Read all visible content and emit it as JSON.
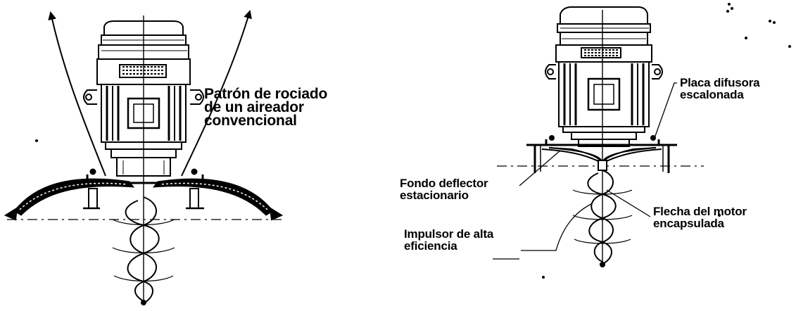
{
  "left_figure": {
    "spray_pattern_label": [
      "Patrón de rociado",
      "de un aireador",
      "convencional"
    ]
  },
  "right_figure": {
    "diffuser_label": [
      "Placa difusora",
      "escalonada"
    ],
    "deflector_label": [
      "Fondo deflector",
      "estacionario"
    ],
    "shaft_label": [
      "Flecha del motor",
      "encapsulada"
    ],
    "impeller_label": [
      "Impulsor de alta",
      "eficiencia"
    ]
  },
  "colors": {
    "ink": "#000000",
    "background": "#ffffff"
  }
}
